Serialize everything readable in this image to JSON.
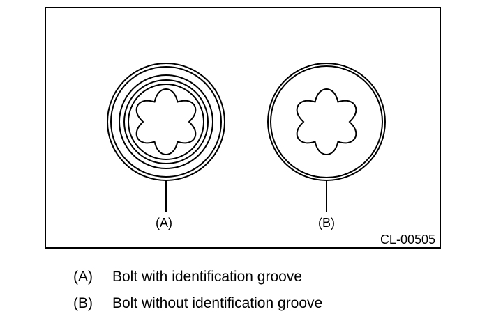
{
  "figure": {
    "code": "CL-00505",
    "callouts": {
      "a": "(A)",
      "b": "(B)"
    }
  },
  "legend": [
    {
      "key": "(A)",
      "text": "Bolt with identification groove"
    },
    {
      "key": "(B)",
      "text": "Bolt without identification groove"
    }
  ],
  "colors": {
    "line": "#000000",
    "background": "#ffffff"
  },
  "icons": {
    "bolt_a": "bolt-head-with-groove-icon",
    "bolt_b": "bolt-head-without-groove-icon"
  }
}
